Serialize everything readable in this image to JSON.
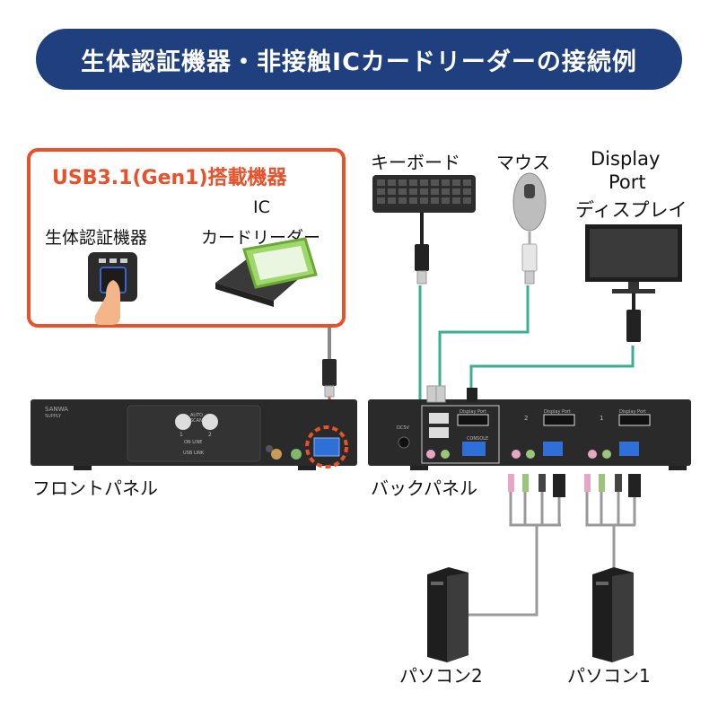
{
  "title": "生体認証機器・非接触ICカードリーダーの接続例",
  "front_box": {
    "heading": "USB3.1(Gen1)搭載機器",
    "device1_label": "生体認証機器",
    "device2_label_line1": "IC",
    "device2_label_line2": "カードリーダー"
  },
  "peripherals": {
    "keyboard": "キーボード",
    "mouse": "マウス",
    "display_line1": "Display",
    "display_line2": "Port",
    "display_line3": "ディスプレイ"
  },
  "panels": {
    "front": "フロントパネル",
    "back": "バックパネル"
  },
  "pcs": {
    "pc2": "パソコン2",
    "pc1": "パソコン1"
  },
  "device_text": {
    "brand": "SANWA",
    "brand_sub": "SUPPLY",
    "auto_scan": "AUTO",
    "auto_scan2": "SCAN",
    "btn1": "1",
    "btn2": "2",
    "online": "ON LINE",
    "usb_link": "USB LINK",
    "dc5v": "DC5V",
    "console": "CONSOLE",
    "display_port": "Display Port",
    "port2": "2",
    "port1": "1"
  },
  "colors": {
    "title_bg": "#1f3f7e",
    "accent": "#e8512a",
    "cable_green": "#3bb08f"
  }
}
